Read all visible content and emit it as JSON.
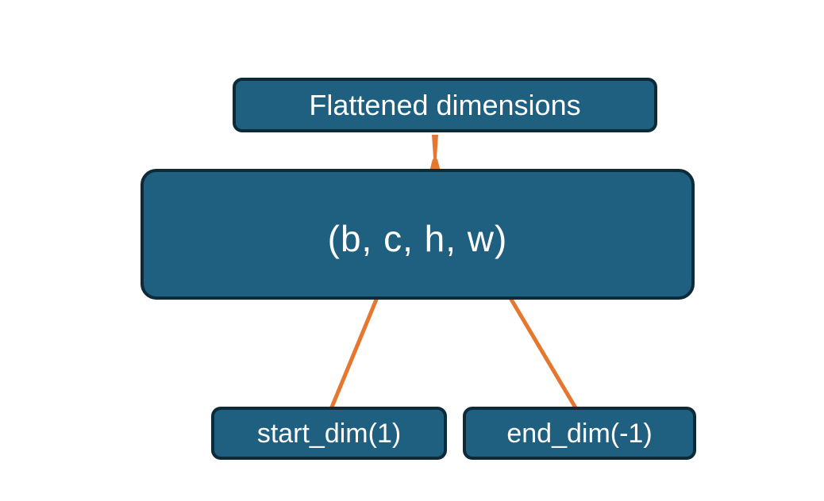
{
  "colors": {
    "box_fill": "#1f5f7f",
    "box_border": "#0c2a37",
    "connector": "#e6772e",
    "text": "#ffffff",
    "background": "#ffffff"
  },
  "nodes": {
    "flattened": {
      "label": "Flattened dimensions"
    },
    "tensor": {
      "label": "(b, c, h, w)"
    },
    "start_dim": {
      "label": "start_dim(1)"
    },
    "end_dim": {
      "label": "end_dim(-1)"
    }
  },
  "connectors": {
    "brace": {
      "type": "curly-brace",
      "from": "tensor dims c,h,w",
      "to": "Flattened dimensions"
    },
    "start_arrow": {
      "type": "arrow",
      "from": "start_dim(1)",
      "to": "dim c"
    },
    "end_arrow": {
      "type": "arrow",
      "from": "end_dim(-1)",
      "to": "dim w"
    }
  }
}
